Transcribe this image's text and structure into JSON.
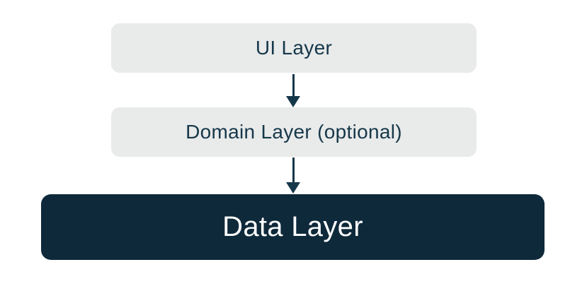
{
  "diagram": {
    "type": "layered-architecture",
    "nodes": [
      {
        "id": "ui-layer",
        "label": "UI Layer",
        "style": "light"
      },
      {
        "id": "domain-layer",
        "label": "Domain Layer (optional)",
        "style": "light"
      },
      {
        "id": "data-layer",
        "label": "Data Layer",
        "style": "dark"
      }
    ],
    "edges": [
      {
        "from": "ui-layer",
        "to": "domain-layer",
        "icon": "arrow-down-icon"
      },
      {
        "from": "domain-layer",
        "to": "data-layer",
        "icon": "arrow-down-icon"
      }
    ]
  },
  "colors": {
    "background": "#ffffff",
    "box_light": "#e9eaea",
    "box_dark": "#0e293a",
    "ink": "#15374a",
    "text_on_light": "#16384a",
    "text_on_dark": "#ffffff"
  }
}
